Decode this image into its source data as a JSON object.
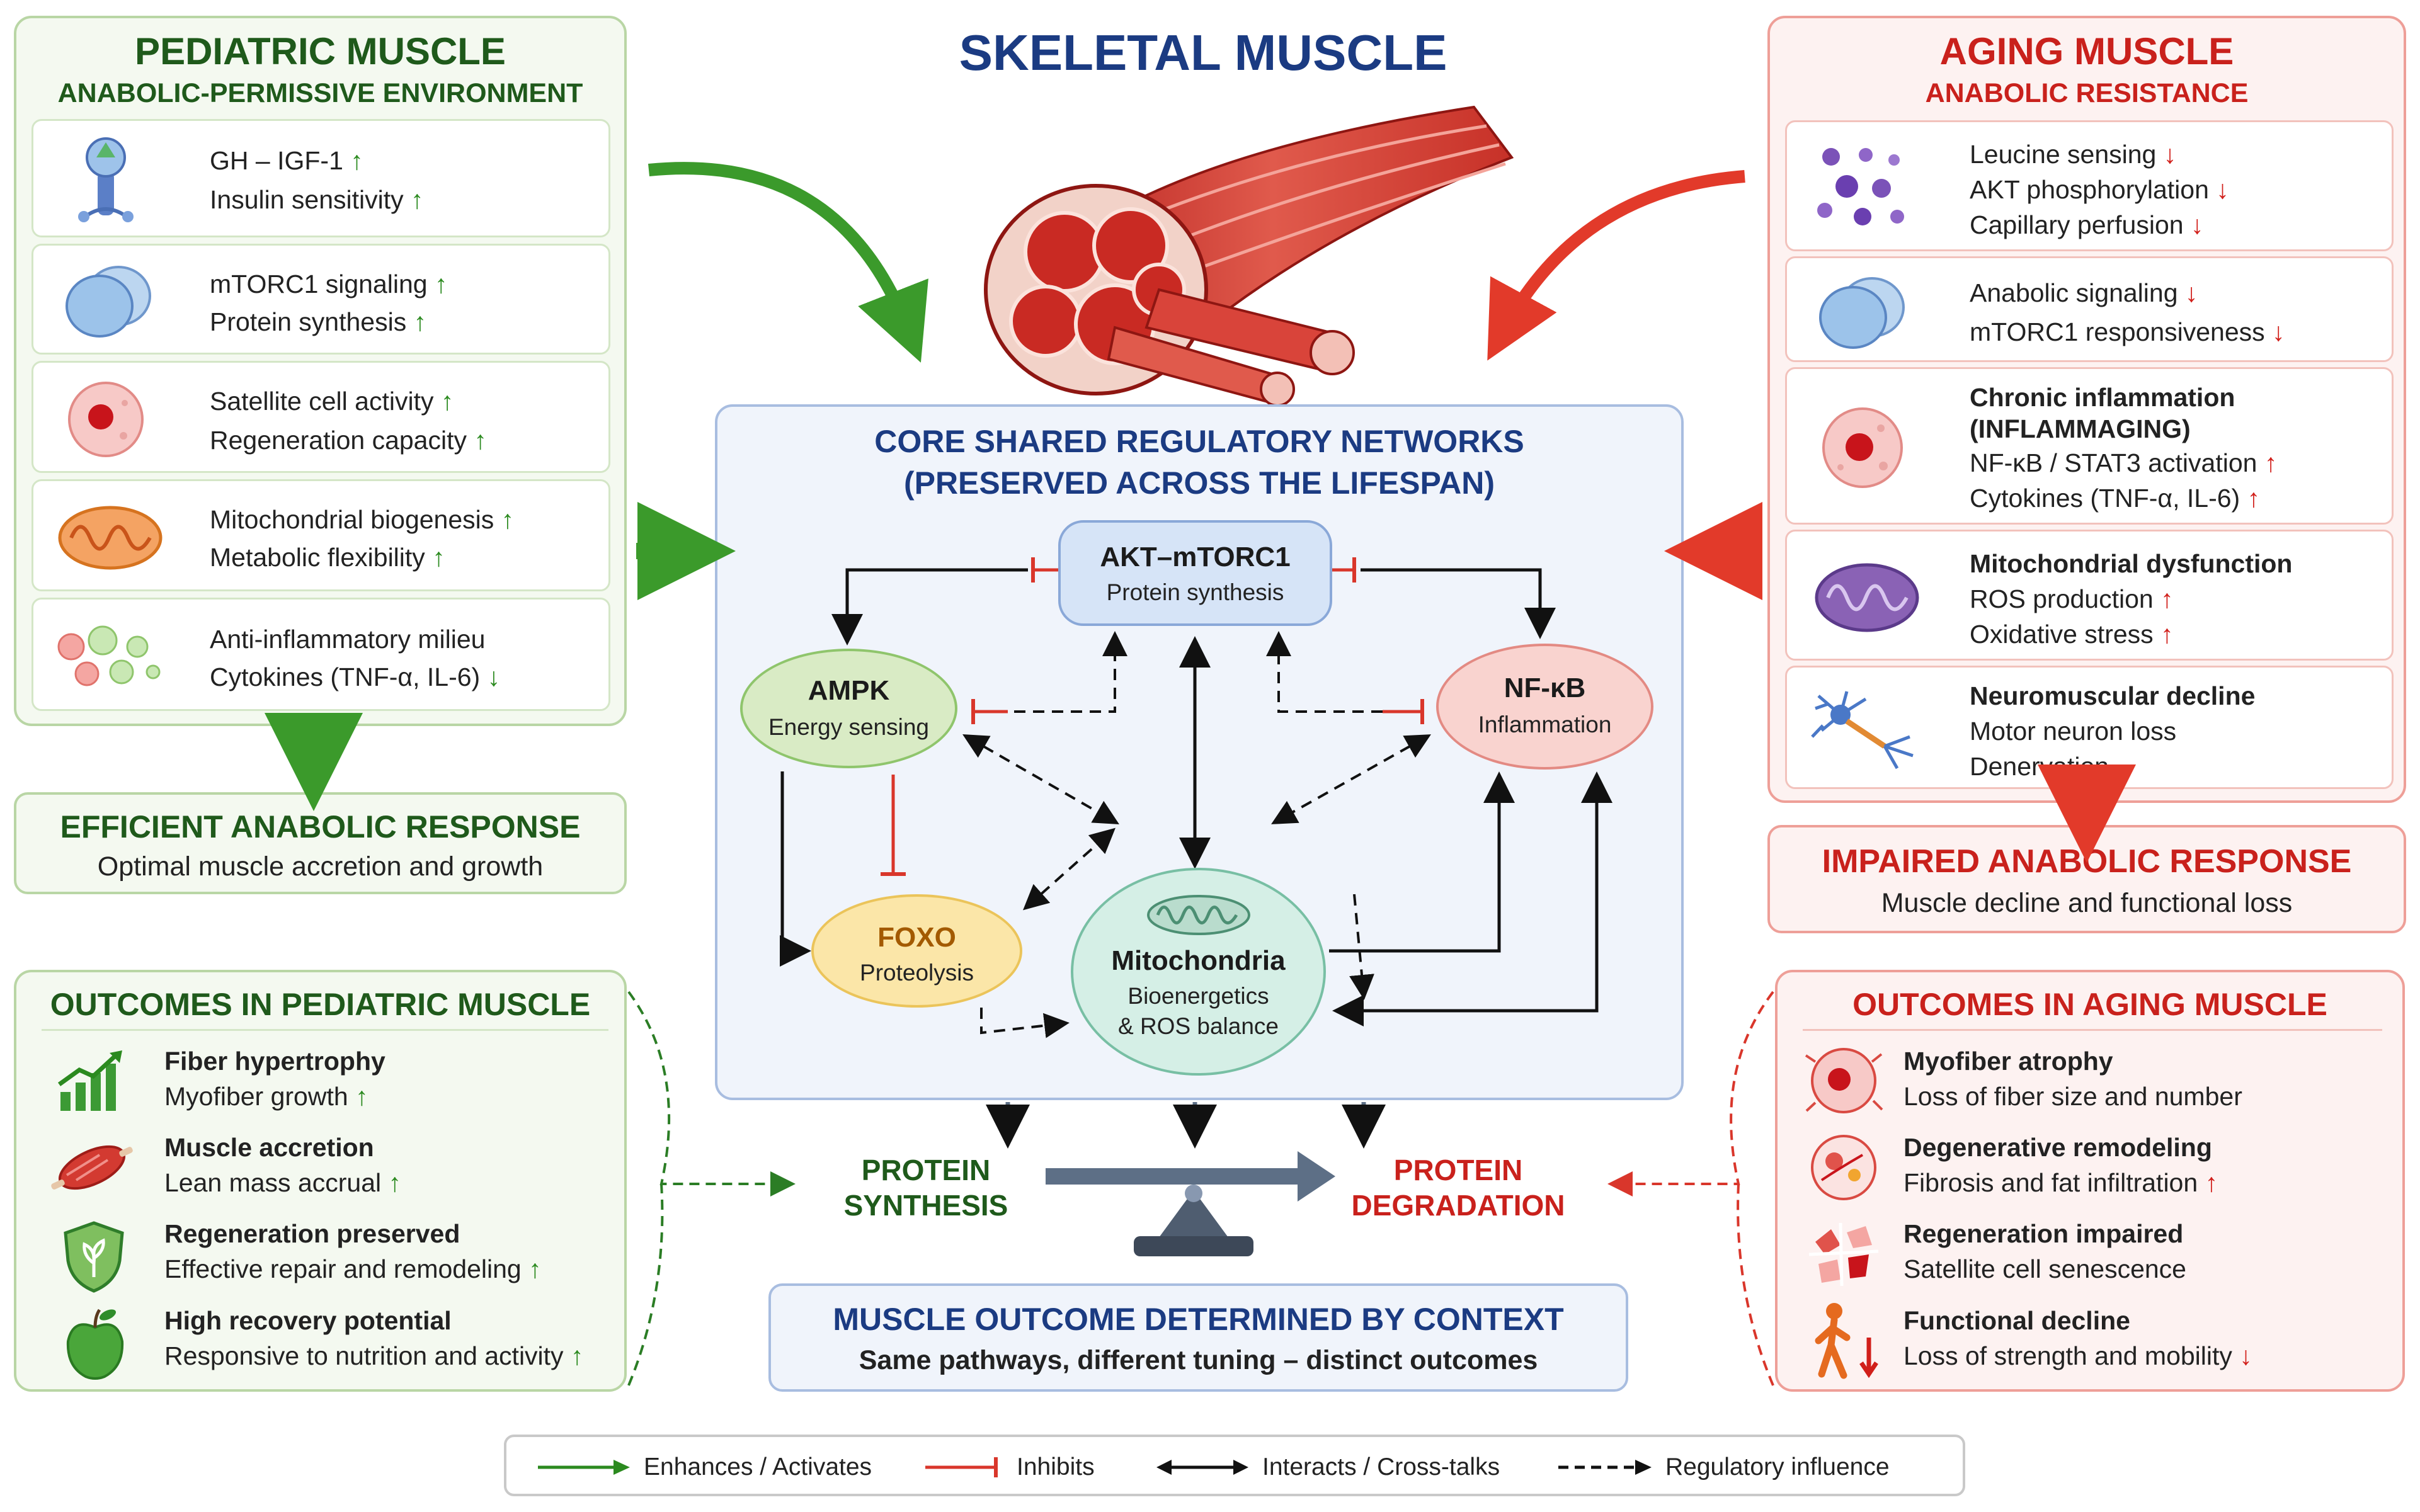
{
  "title": "SKELETAL MUSCLE",
  "pediatric": {
    "title": "PEDIATRIC MUSCLE",
    "subtitle": "ANABOLIC-PERMISSIVE ENVIRONMENT",
    "items": [
      {
        "icon": "hormone-receptor-icon",
        "lines": [
          "GH – IGF-1",
          "Insulin sensitivity"
        ],
        "arrows": [
          "↑",
          "↑"
        ]
      },
      {
        "icon": "cell-disc-icon",
        "lines": [
          "mTORC1 signaling",
          "Protein synthesis"
        ],
        "arrows": [
          "↑",
          "↑"
        ]
      },
      {
        "icon": "satellite-cell-icon",
        "lines": [
          "Satellite cell activity",
          "Regeneration capacity"
        ],
        "arrows": [
          "↑",
          "↑"
        ]
      },
      {
        "icon": "mitochondrion-icon",
        "lines": [
          "Mitochondrial biogenesis",
          "Metabolic flexibility"
        ],
        "arrows": [
          "↑",
          "↑"
        ]
      },
      {
        "icon": "anti-inflammatory-cells-icon",
        "lines": [
          "Anti-inflammatory milieu",
          "Cytokines (TNF-α, IL-6)"
        ],
        "arrows": [
          "",
          "↓"
        ]
      }
    ],
    "response_title": "EFFICIENT ANABOLIC RESPONSE",
    "response_text": "Optimal muscle accretion and growth",
    "outcomes_title": "OUTCOMES IN PEDIATRIC MUSCLE",
    "outcomes": [
      {
        "icon": "growth-chart-icon",
        "title": "Fiber hypertrophy",
        "text": "Myofiber growth",
        "arrow": "↑"
      },
      {
        "icon": "muscle-icon",
        "title": "Muscle accretion",
        "text": "Lean mass accrual",
        "arrow": "↑"
      },
      {
        "icon": "shield-leaf-icon",
        "title": "Regeneration preserved",
        "text": "Effective repair and remodeling",
        "arrow": "↑"
      },
      {
        "icon": "apple-icon",
        "title": "High recovery potential",
        "text": "Responsive to nutrition and activity",
        "arrow": "↑"
      }
    ]
  },
  "aging": {
    "title": "AGING MUSCLE",
    "subtitle": "ANABOLIC RESISTANCE",
    "items": [
      {
        "icon": "leucine-molecules-icon",
        "lines": [
          "Leucine sensing",
          "AKT phosphorylation",
          "Capillary perfusion"
        ],
        "arrows": [
          "↓",
          "↓",
          "↓"
        ]
      },
      {
        "icon": "cell-disc-icon",
        "lines": [
          "Anabolic signaling",
          "mTORC1 responsiveness"
        ],
        "arrows": [
          "↓",
          "↓"
        ]
      },
      {
        "icon": "inflamed-cell-icon",
        "lines": [
          "Chronic inflammation",
          "(INFLAMMAGING)",
          "NF-κB / STAT3 activation",
          "Cytokines (TNF-α, IL-6)"
        ],
        "arrows": [
          "",
          "",
          "↑",
          "↑"
        ]
      },
      {
        "icon": "mitochondrion-icon",
        "lines": [
          "Mitochondrial dysfunction",
          "ROS production",
          "Oxidative stress"
        ],
        "arrows": [
          "",
          "↑",
          "↑"
        ]
      },
      {
        "icon": "neuron-icon",
        "lines": [
          "Neuromuscular decline",
          "Motor neuron loss",
          "Denervation"
        ],
        "arrows": [
          "",
          "",
          ""
        ]
      }
    ],
    "response_title": "IMPAIRED ANABOLIC RESPONSE",
    "response_text": "Muscle decline and functional loss",
    "outcomes_title": "OUTCOMES IN AGING MUSCLE",
    "outcomes": [
      {
        "icon": "atrophy-cell-icon",
        "title": "Myofiber atrophy",
        "text": "Loss of fiber size and number",
        "arrow": ""
      },
      {
        "icon": "remodeling-cell-icon",
        "title": "Degenerative remodeling",
        "text": "Fibrosis and fat infiltration",
        "arrow": "↑"
      },
      {
        "icon": "broken-cells-icon",
        "title": "Regeneration impaired",
        "text": "Satellite cell senescence",
        "arrow": ""
      },
      {
        "icon": "walking-person-icon",
        "title": "Functional decline",
        "text": "Loss of strength and mobility",
        "arrow": "↓"
      }
    ]
  },
  "core": {
    "title_line1": "CORE SHARED REGULATORY NETWORKS",
    "title_line2": "(PRESERVED ACROSS THE LIFESPAN)",
    "nodes": {
      "akt": {
        "title": "AKT–mTORC1",
        "sub": "Protein synthesis"
      },
      "ampk": {
        "title": "AMPK",
        "sub": "Energy sensing"
      },
      "nfkb": {
        "title": "NF-κB",
        "sub": "Inflammation"
      },
      "foxo": {
        "title": "FOXO",
        "sub": "Proteolysis"
      },
      "mito": {
        "title": "Mitochondria",
        "sub1": "Bioenergetics",
        "sub2": "& ROS balance"
      }
    }
  },
  "balance": {
    "left_line1": "PROTEIN",
    "left_line2": "SYNTHESIS",
    "right_line1": "PROTEIN",
    "right_line2": "DEGRADATION"
  },
  "outcome_box": {
    "title": "MUSCLE OUTCOME DETERMINED BY CONTEXT",
    "text": "Same pathways, different tuning – distinct outcomes"
  },
  "legend": {
    "enhances": "Enhances / Activates",
    "inhibits": "Inhibits",
    "interacts": "Interacts / Cross-talks",
    "regulatory": "Regulatory influence"
  },
  "colors": {
    "green_title": "#1f5a1b",
    "green_arrow": "#2b8a1f",
    "red_title": "#c9211c",
    "blue_title": "#1b3b82",
    "akt_fill": "#d6e4f7",
    "ampk_fill": "#d9ebc5",
    "nfkb_fill": "#f9d3cf",
    "foxo_fill": "#fbe6a8",
    "mito_fill": "#d5efe6"
  }
}
